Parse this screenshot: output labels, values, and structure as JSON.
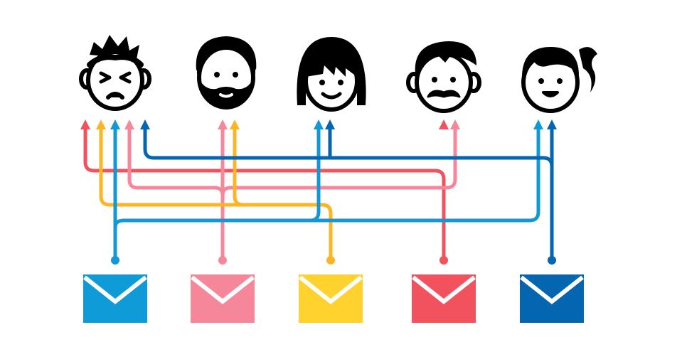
{
  "colors": {
    "blue_light": "#0f9ad8",
    "pink": "#f6879a",
    "yellow": "#ffd22e",
    "red": "#f2525e",
    "blue_dark": "#0465b0",
    "lines": {
      "red": "#f2525e",
      "pink": "#f6879a",
      "yellow": "#fbb625",
      "blue_light": "#1398d6",
      "blue_dark": "#0465b0"
    },
    "face_stroke": "#000000"
  },
  "people": [
    {
      "icon": "angry-boy-face-icon"
    },
    {
      "icon": "bearded-man-face-icon"
    },
    {
      "icon": "woman-face-icon"
    },
    {
      "icon": "mustache-man-face-icon"
    },
    {
      "icon": "ponytail-girl-face-icon"
    }
  ],
  "envelopes": [
    {
      "icon": "envelope-icon",
      "color": "blue_light"
    },
    {
      "icon": "envelope-icon",
      "color": "pink"
    },
    {
      "icon": "envelope-icon",
      "color": "yellow"
    },
    {
      "icon": "envelope-icon",
      "color": "red"
    },
    {
      "icon": "envelope-icon",
      "color": "blue_dark"
    }
  ],
  "connections": [
    {
      "from_envelope": 0,
      "to_people": [
        0,
        2,
        4
      ],
      "color": "blue_light"
    },
    {
      "from_envelope": 1,
      "to_people": [
        0,
        1,
        3
      ],
      "color": "pink"
    },
    {
      "from_envelope": 2,
      "to_people": [
        0,
        1
      ],
      "color": "yellow"
    },
    {
      "from_envelope": 3,
      "to_people": [
        0,
        3
      ],
      "color": "red"
    },
    {
      "from_envelope": 4,
      "to_people": [
        0,
        2,
        4
      ],
      "color": "blue_dark"
    }
  ]
}
